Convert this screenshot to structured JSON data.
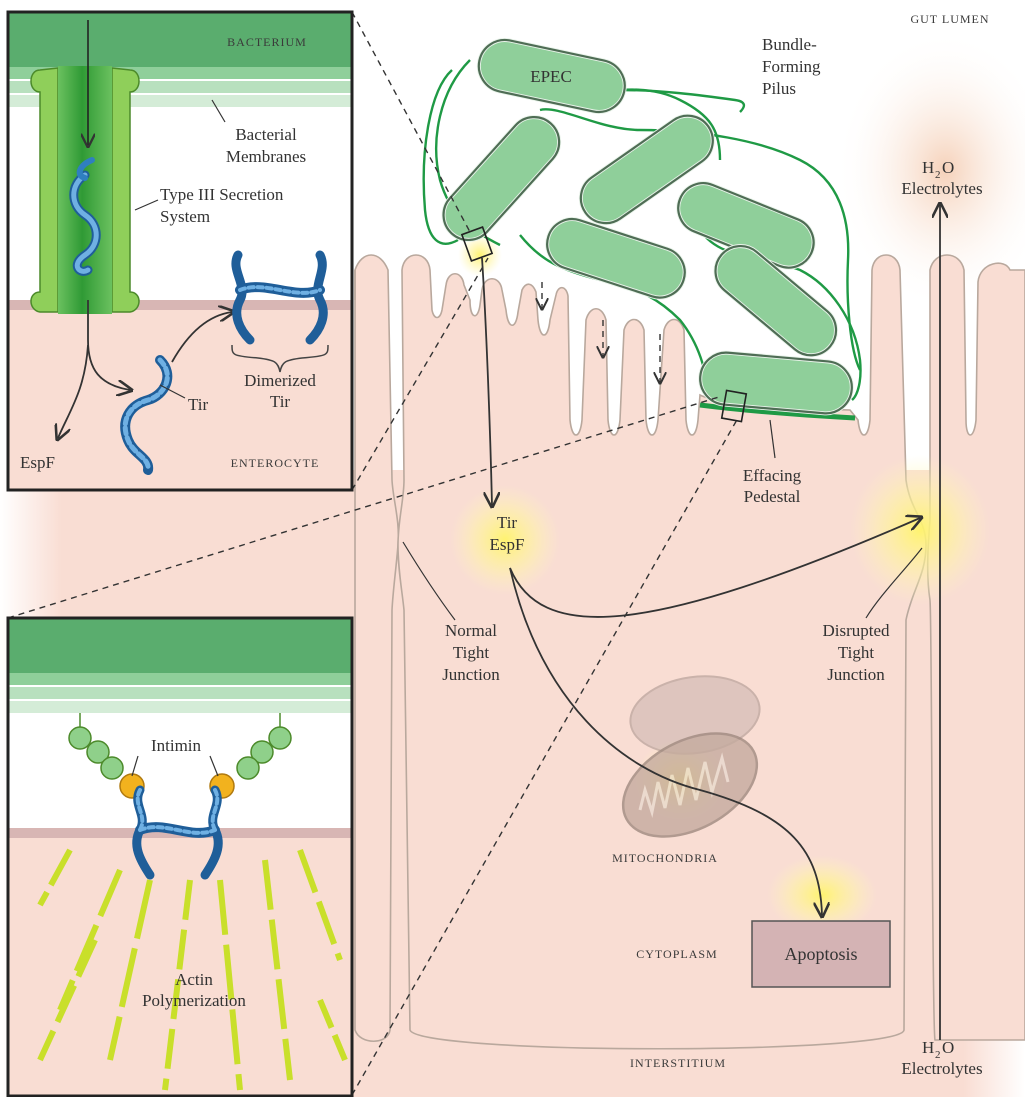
{
  "labels": {
    "gut_lumen": "GUT LUMEN",
    "bacterium": "BACTERIUM",
    "bacterial_membranes_1": "Bacterial",
    "bacterial_membranes_2": "Membranes",
    "t3ss_1": "Type III Secretion",
    "t3ss_2": "System",
    "dimerized_tir_1": "Dimerized",
    "dimerized_tir_2": "Tir",
    "tir_inset": "Tir",
    "espf_inset": "EspF",
    "enterocyte": "ENTEROCYTE",
    "epec": "EPEC",
    "bfp_1": "Bundle-",
    "bfp_2": "Forming",
    "bfp_3": "Pilus",
    "h2o_top": "H",
    "h2o_top_sub": "2",
    "h2o_top_o": "O",
    "electrolytes_top": "Electrolytes",
    "tir_main": "Tir",
    "espf_main": "EspF",
    "effacing_1": "Effacing",
    "effacing_2": "Pedestal",
    "normal_tj_1": "Normal",
    "normal_tj_2": "Tight",
    "normal_tj_3": "Junction",
    "disrupted_tj_1": "Disrupted",
    "disrupted_tj_2": "Tight",
    "disrupted_tj_3": "Junction",
    "intimin": "Intimin",
    "mitochondria": "MITOCHONDRIA",
    "cytoplasm": "CYTOPLASM",
    "apoptosis": "Apoptosis",
    "actin_1": "Actin",
    "actin_2": "Polymerization",
    "interstitium": "INTERSTITIUM",
    "h2o_bottom": "H",
    "h2o_bottom_sub": "2",
    "h2o_bottom_o": "O",
    "electrolytes_bottom": "Electrolytes"
  },
  "colors": {
    "bacterium_green": "#5aad6e",
    "membrane_light": "#cfe8d2",
    "cell_pink": "#f9ddd3",
    "tir_blue": "#2f7fc0",
    "t3ss_green": "#3fae3a",
    "intimin_green": "#8fd08a",
    "intimin_yellow": "#f2b21e",
    "actin_yellow": "#c9df2a",
    "apoptosis_box": "#d4b3b4",
    "glow_yellow": "#fff07a"
  }
}
